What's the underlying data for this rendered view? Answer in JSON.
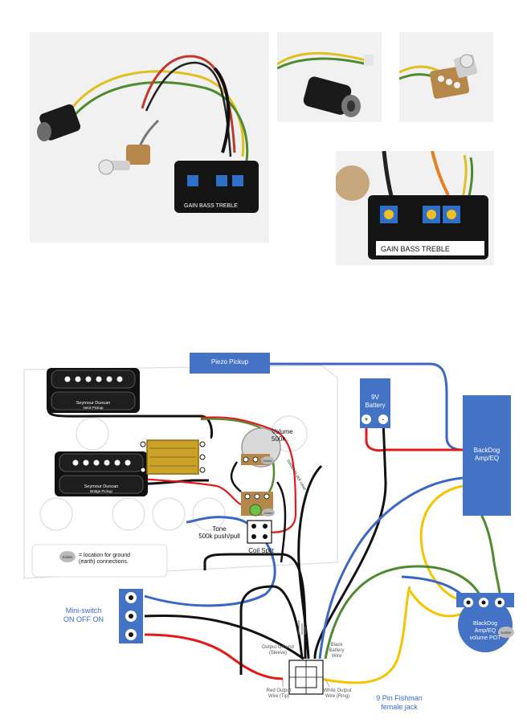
{
  "photos": {
    "main_box_label": "GAIN    BASS TREBLE",
    "closeup_box_label": "GAIN      BASS TREBLE"
  },
  "diagram": {
    "piezo_label": "Piezo Pickup",
    "battery_label": "9V\nBattery",
    "battery_plus": "+",
    "battery_minus": "-",
    "backdog_label": "BackDog\nAmp/EQ",
    "volume_label": "Volume\n500k",
    "tone_label": "Tone\n500k push/pull",
    "coil_split_label": "Coil Split",
    "solder_small": "Solder",
    "solder_legend": "= location for ground\n(earth) connections.",
    "neck_pickup_brand": "Seymour Duncan",
    "neck_pickup_label": "Neck Pickup",
    "bridge_pickup_brand": "Seymour Duncan",
    "bridge_pickup_label": "Bridge Pickup",
    "switch_label": "Mini-switch\nON OFF ON",
    "volume_pot_label": "BlackDog\nAmp/EQ\nvolume POT",
    "output_ground_label": "Output Ground\n(Sleeve)",
    "black_battery_label": "Black\nBattery\nWire",
    "red_output_label": "Red Output\nWire (Tip)",
    "white_output_label": "White Output\nWire (Ring)",
    "fishman_label": "9 Pin Fishman\nfemale jack",
    "rotated_note": "solder to pot case"
  },
  "colors": {
    "blue": "#3a67c4",
    "green": "#4f8a2f",
    "yellow": "#f2c500",
    "red": "#e01b1b",
    "black": "#111111",
    "box_blue": "#4472c4",
    "label_blue": "#3a67c4"
  }
}
